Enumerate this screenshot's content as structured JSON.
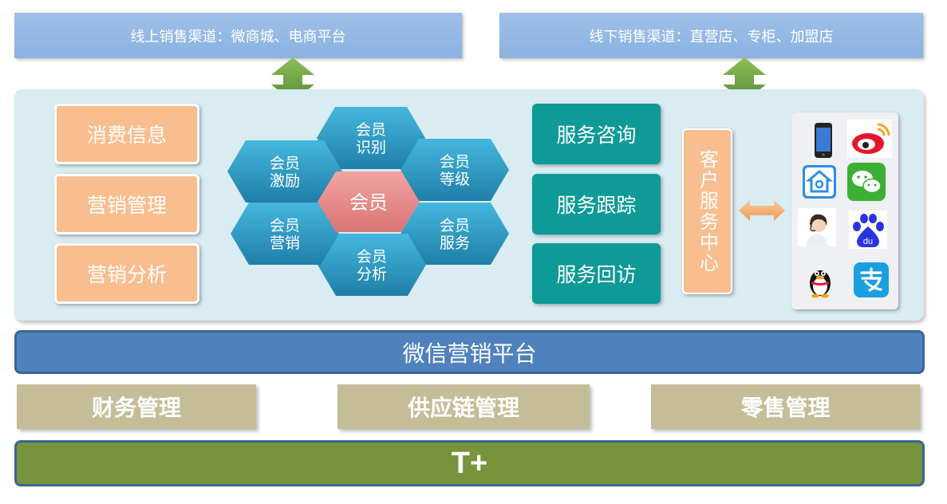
{
  "channels": {
    "online": "线上销售渠道：微商城、电商平台",
    "offline": "线下销售渠道：直营店、专柜、加盟店"
  },
  "left_modules": [
    "消费信息",
    "营销管理",
    "营销分析"
  ],
  "member_hub": {
    "center": "会员",
    "ring": [
      {
        "line1": "会员",
        "line2": "识别"
      },
      {
        "line1": "会员",
        "line2": "等级"
      },
      {
        "line1": "会员",
        "line2": "服务"
      },
      {
        "line1": "会员",
        "line2": "分析"
      },
      {
        "line1": "会员",
        "line2": "营销"
      },
      {
        "line1": "会员",
        "line2": "激励"
      }
    ]
  },
  "services": [
    "服务咨询",
    "服务跟踪",
    "服务回访"
  ],
  "customer_service_center": "客户服务中心",
  "channel_icons": [
    "smartphone-icon",
    "weibo-icon",
    "home-icon",
    "wechat-icon",
    "customer-service-agent-icon",
    "baidu-icon",
    "qq-penguin-icon",
    "alipay-icon"
  ],
  "platform": "微信营销平台",
  "business_modules": [
    "财务管理",
    "供应链管理",
    "零售管理"
  ],
  "foundation": "T+",
  "colors": {
    "channel_blue": "#8ab2e0",
    "panel_bg": "#d9ecf2",
    "orange": "#f9be8f",
    "teal": "#0e9a97",
    "hex_blue": "#2e9ac4",
    "hex_center": "#e88a8a",
    "platform_blue": "#4f81bd",
    "module_khaki": "#c4bd97",
    "foundation_green": "#77933c",
    "arrow_green": "#6b9a42"
  }
}
